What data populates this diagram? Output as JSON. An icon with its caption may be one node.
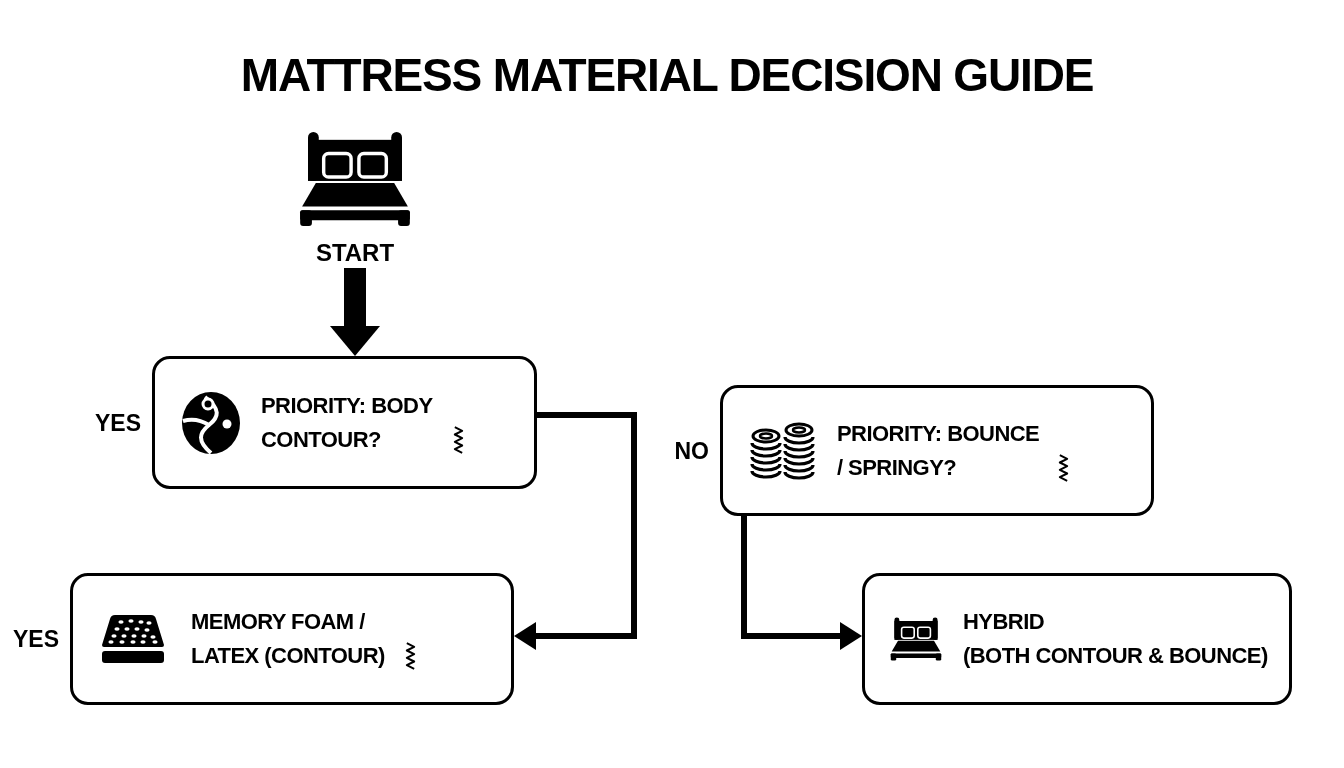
{
  "diagram": {
    "title": "MATTRESS MATERIAL DECISION GUIDE",
    "nodes": [
      {
        "text": [
          "START"
        ]
      },
      {
        "text": [
          "PRIORITY: BODY CONTOUR?"
        ],
        "beside": [
          "YES"
        ]
      },
      {
        "text": [
          "PRIORITY: BOUNCE / SPRINGY?"
        ],
        "beside": [
          "NO"
        ]
      },
      {
        "text": [
          "MEMORY FOAM / LATEX (CONTOUR)"
        ],
        "beside": [
          "YES"
        ]
      },
      {
        "text": [
          "HYBRID",
          "(BOTH CONTOUR & BOUNCE)"
        ]
      }
    ],
    "edges": [
      {
        "from": 0,
        "to": 1,
        "arrow": "to",
        "style": "thick"
      },
      {
        "from": 1,
        "to": 3,
        "arrow": "to"
      },
      {
        "from": 2,
        "to": 4,
        "arrow": "to"
      }
    ]
  }
}
